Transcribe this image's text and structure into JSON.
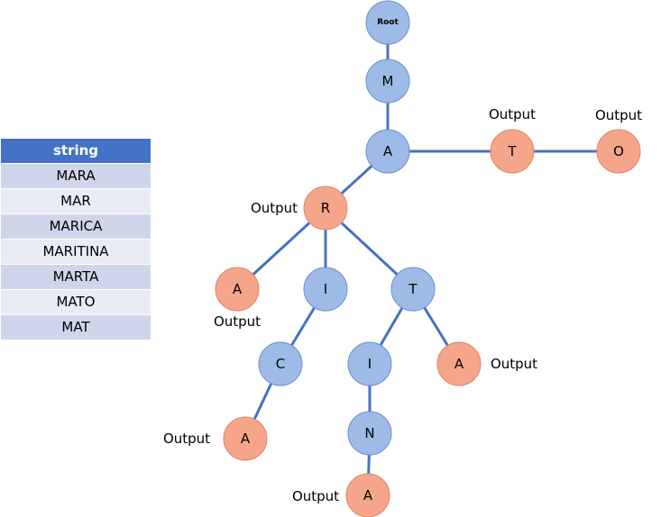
{
  "table": {
    "header": "string",
    "rows": [
      "MARA",
      "MAR",
      "MARICA",
      "MARITINA",
      "MARTA",
      "MATO",
      "MAT"
    ]
  },
  "tree": {
    "output_label": "Output",
    "nodes": {
      "root": {
        "label": "Root",
        "kind": "blue"
      },
      "m": {
        "label": "M",
        "kind": "blue"
      },
      "a": {
        "label": "A",
        "kind": "blue"
      },
      "t1": {
        "label": "T",
        "kind": "orange"
      },
      "o": {
        "label": "O",
        "kind": "orange"
      },
      "r": {
        "label": "R",
        "kind": "orange"
      },
      "a2": {
        "label": "A",
        "kind": "orange"
      },
      "i1": {
        "label": "I",
        "kind": "blue"
      },
      "t2": {
        "label": "T",
        "kind": "blue"
      },
      "c": {
        "label": "C",
        "kind": "blue"
      },
      "i2": {
        "label": "I",
        "kind": "blue"
      },
      "a3": {
        "label": "A",
        "kind": "orange"
      },
      "a4": {
        "label": "A",
        "kind": "orange"
      },
      "n": {
        "label": "N",
        "kind": "blue"
      },
      "a5": {
        "label": "A",
        "kind": "orange"
      }
    },
    "edges": [
      [
        "root",
        "m"
      ],
      [
        "m",
        "a"
      ],
      [
        "a",
        "t1"
      ],
      [
        "t1",
        "o"
      ],
      [
        "a",
        "r"
      ],
      [
        "r",
        "a2"
      ],
      [
        "r",
        "i1"
      ],
      [
        "r",
        "t2"
      ],
      [
        "i1",
        "c"
      ],
      [
        "c",
        "a4"
      ],
      [
        "t2",
        "i2"
      ],
      [
        "t2",
        "a3"
      ],
      [
        "i2",
        "n"
      ],
      [
        "n",
        "a5"
      ]
    ]
  },
  "colors": {
    "edge": "#4472c4",
    "blue_node": "#9dbbe6",
    "orange_node": "#f4a58a",
    "table_header": "#4472c4"
  }
}
